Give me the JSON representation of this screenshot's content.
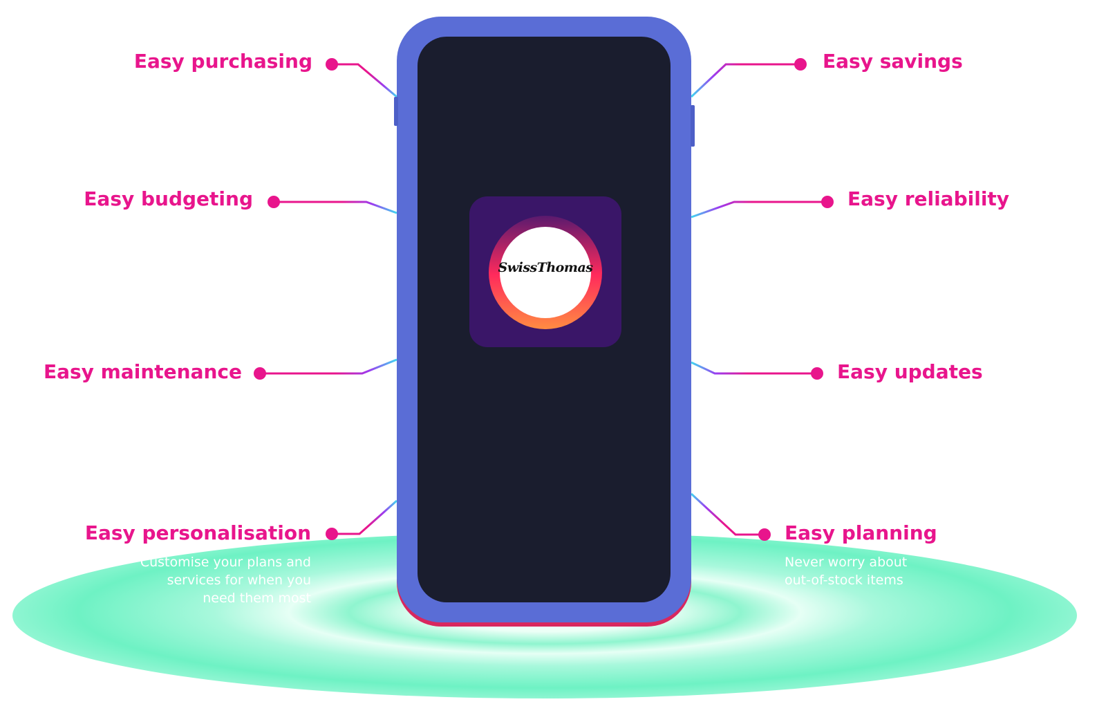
{
  "app": {
    "brand_name": "SwissThomas"
  },
  "features_left": [
    {
      "label": "Easy purchasing"
    },
    {
      "label": "Easy budgeting"
    },
    {
      "label": "Easy maintenance"
    },
    {
      "label": "Easy personalisation",
      "description": "Customise your plans and\nservices for when you\nneed them most"
    }
  ],
  "features_right": [
    {
      "label": "Easy savings"
    },
    {
      "label": "Easy reliability"
    },
    {
      "label": "Easy updates"
    },
    {
      "label": "Easy planning",
      "description": "Never worry about\nout-of-stock items"
    }
  ],
  "colors": {
    "accent": "#e8158c",
    "phone_frame": "#5a6dd6",
    "screen": "#1a1d2e",
    "app_icon_bg": "#3a1668",
    "platform_glow": "#6ef2c4",
    "connector_glow": "#3fd8f0"
  }
}
